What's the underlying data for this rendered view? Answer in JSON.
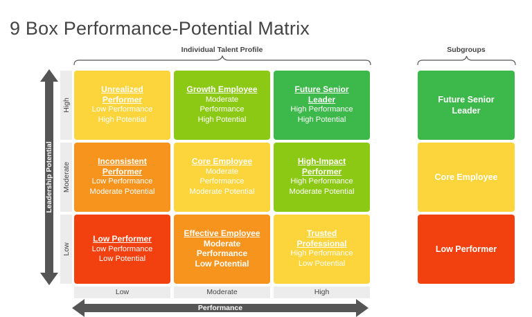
{
  "title": "9 Box Performance-Potential Matrix",
  "individual_label": "Individual Talent Profile",
  "subgroups_label": "Subgroups",
  "y_axis_label": "Leadership Potential",
  "x_axis_label": "Performance",
  "row_labels": [
    "High",
    "Moderate",
    "Low"
  ],
  "col_labels": [
    "Low",
    "Moderate",
    "High"
  ],
  "colors": {
    "yellow": "#fcd43b",
    "lime": "#8cc914",
    "green": "#3db84a",
    "orange": "#f7941d",
    "red": "#f2410f",
    "axis_arrow": "#555555"
  },
  "cells": {
    "c1": {
      "head": [
        "Unrealized",
        "Performer"
      ],
      "lines": [
        "Low Performance",
        "High Potential"
      ]
    },
    "c2": {
      "head": [
        "Growth Employee"
      ],
      "lines": [
        "Moderate",
        "Performance",
        "High Potential"
      ]
    },
    "c3": {
      "head": [
        "Future Senior",
        "Leader"
      ],
      "lines": [
        "High Performance",
        "High Potential"
      ]
    },
    "c4": {
      "head": [
        "Inconsistent",
        "Performer"
      ],
      "lines": [
        "Low Performance",
        "Moderate Potential"
      ]
    },
    "c5": {
      "head": [
        "Core Employee"
      ],
      "lines": [
        "Moderate",
        "Performance",
        "Moderate Potential"
      ]
    },
    "c6": {
      "head": [
        "High-Impact",
        "Performer"
      ],
      "lines": [
        "High Performance",
        "Moderate Potential"
      ]
    },
    "c7": {
      "head": [
        "Low Performer"
      ],
      "lines": [
        "Low Performance",
        "Low Potential"
      ]
    },
    "c8": {
      "head": [
        "Effective Employee"
      ],
      "lines": [
        "Moderate",
        "Performance",
        "Low Potential"
      ]
    },
    "c9": {
      "head": [
        "Trusted",
        "Professional"
      ],
      "lines": [
        "High Performance",
        "Low Potential"
      ]
    }
  },
  "subgroups": {
    "s1": [
      "Future Senior",
      "Leader"
    ],
    "s2": [
      "Core Employee"
    ],
    "s3": [
      "Low Performer"
    ]
  }
}
